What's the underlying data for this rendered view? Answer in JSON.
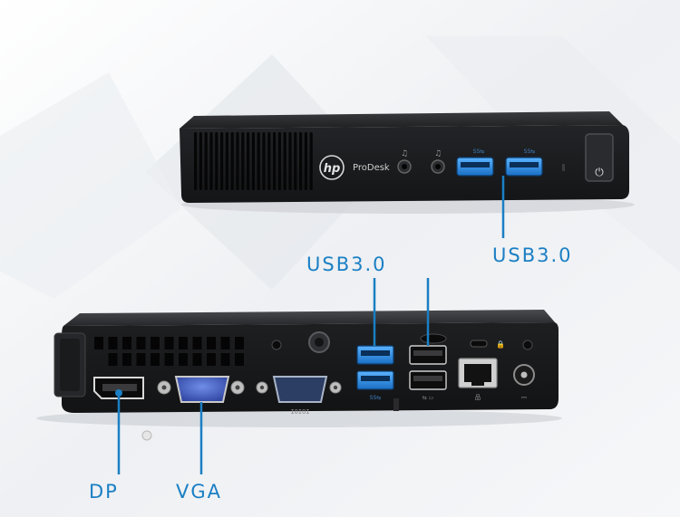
{
  "product": {
    "brand_logo_text": "hp",
    "model_text": "ProDesk"
  },
  "port_labels": {
    "front_usb": "USB3.0",
    "rear_usb": "USB3.0",
    "displayport": "DP",
    "vga": "VGA"
  },
  "rear_panel_text": {
    "serial_marking": "IOIOI"
  },
  "colors": {
    "callout": "#1a7fc4",
    "usb3_port": "#2b8fe0",
    "chassis": "#1b1c1e",
    "background": "#f4f5f7"
  }
}
